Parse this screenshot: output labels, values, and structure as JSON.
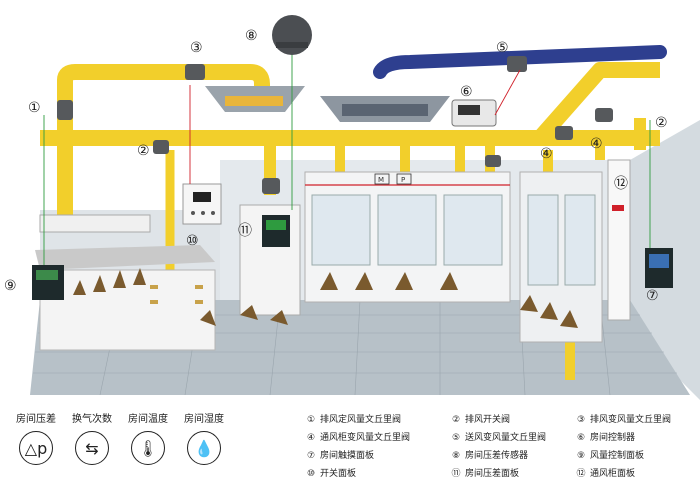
{
  "callouts": [
    "①",
    "②",
    "③",
    "④",
    "⑤",
    "⑥",
    "⑦",
    "⑧",
    "⑨",
    "⑩",
    "⑪",
    "⑫"
  ],
  "controller_labels": {
    "m": "M",
    "p": "P"
  },
  "indicators": [
    {
      "label": "房间压差",
      "icon": "△p",
      "icon_name": "pressure-difference-icon"
    },
    {
      "label": "换气次数",
      "icon": "⇆",
      "icon_name": "air-change-icon"
    },
    {
      "label": "房间温度",
      "icon": "🌡",
      "icon_name": "thermometer-icon"
    },
    {
      "label": "房间湿度",
      "icon": "💧",
      "icon_name": "humidity-drop-icon"
    }
  ],
  "legend": [
    {
      "num": "①",
      "text": "排风定风量文丘里阀"
    },
    {
      "num": "②",
      "text": "排风开关阀"
    },
    {
      "num": "③",
      "text": "排风变风量文丘里阀"
    },
    {
      "num": "④",
      "text": "通风柜变风量文丘里阀"
    },
    {
      "num": "⑤",
      "text": "送风变风量文丘里阀"
    },
    {
      "num": "⑥",
      "text": "房间控制器"
    },
    {
      "num": "⑦",
      "text": "房间触摸面板"
    },
    {
      "num": "⑧",
      "text": "房间压差传感器"
    },
    {
      "num": "⑨",
      "text": "风量控制面板"
    },
    {
      "num": "⑩",
      "text": "开关面板"
    },
    {
      "num": "⑪",
      "text": "房间压差面板"
    },
    {
      "num": "⑫",
      "text": "通风柜面板"
    }
  ],
  "colors": {
    "duct_yellow": "#f2cf2b",
    "duct_edge": "#c9a410",
    "supply_duct": "#2e3f8f",
    "wall_grey": "#cfd6dc",
    "floor": "#aeb8c0",
    "arrow_brown": "#7a5a2e",
    "signal_red": "#d0202a",
    "signal_green": "#2e9b3f"
  }
}
